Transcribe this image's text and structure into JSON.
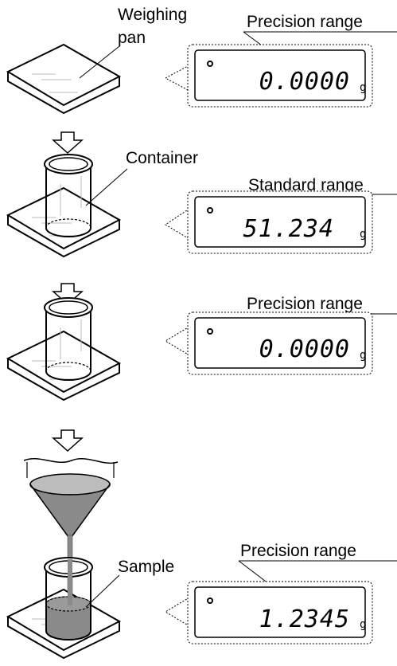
{
  "labels": {
    "weighing_pan_line1": "Weighing",
    "weighing_pan_line2": "pan",
    "container": "Container",
    "sample": "Sample"
  },
  "panels": [
    {
      "range": "Precision range",
      "reading": "0.0000",
      "unit": "g"
    },
    {
      "range": "Standard range",
      "reading": "51.234",
      "unit": "g"
    },
    {
      "range": "Precision range",
      "reading": "0.0000",
      "unit": "g"
    },
    {
      "range": "Precision range",
      "reading": "1.2345",
      "unit": "g"
    }
  ]
}
